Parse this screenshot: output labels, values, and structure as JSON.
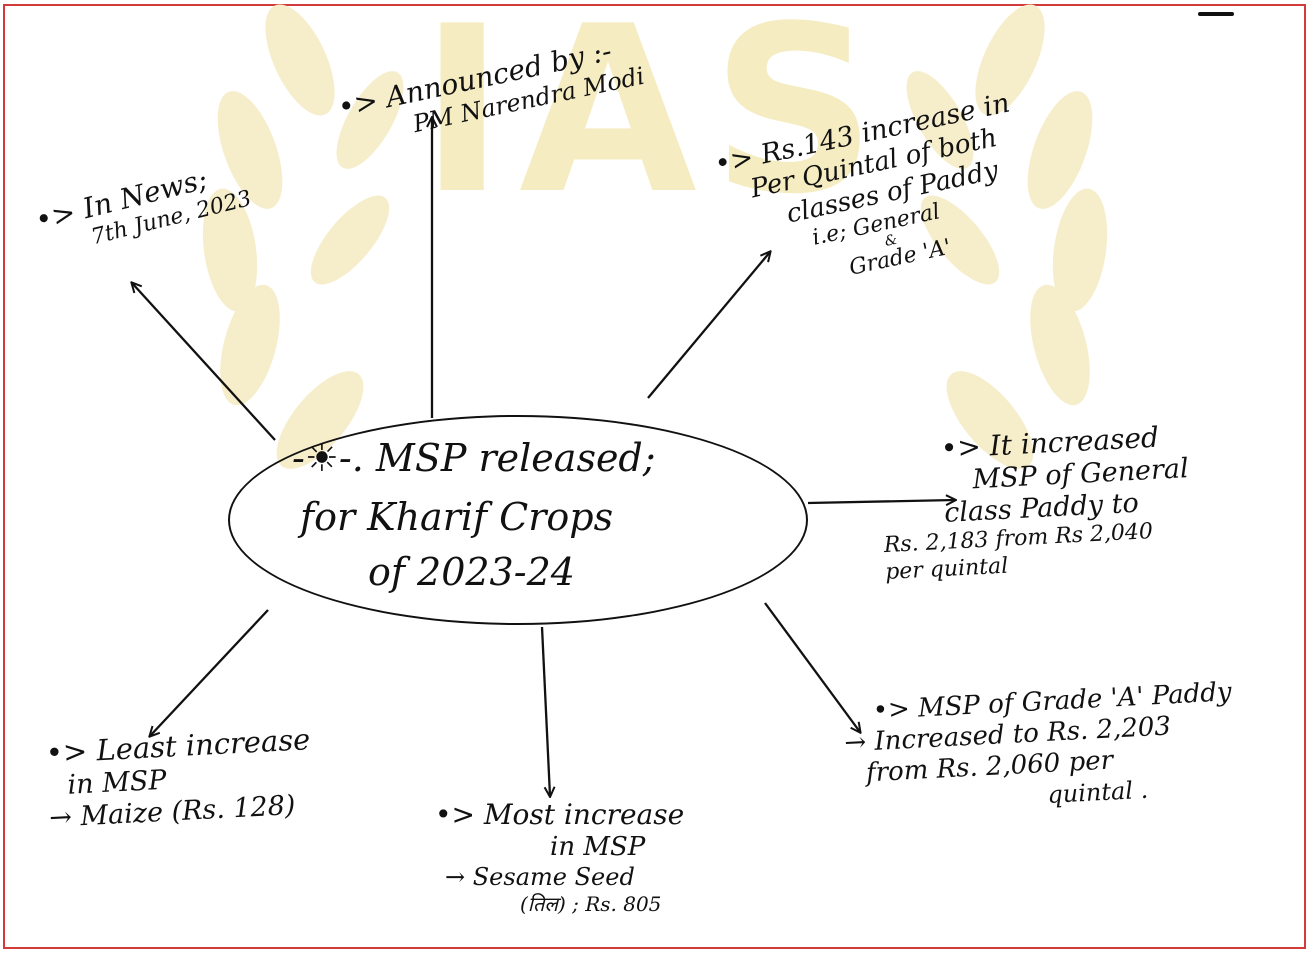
{
  "watermark": {
    "text": "IAS"
  },
  "center": {
    "line1": "-☀-. MSP released;",
    "line2": "for Kharif Crops",
    "line3": "of 2023-24"
  },
  "branches": {
    "in_news": {
      "lines": [
        "•> In News;",
        "7th June, 2023"
      ]
    },
    "announced": {
      "lines": [
        "•> Announced by :-",
        "PM Narendra Modi"
      ]
    },
    "increase": {
      "lines": [
        "•> Rs.143 increase in",
        "Per Quintal of both",
        "classes of Paddy",
        "i.e; General",
        "&",
        "Grade 'A'"
      ]
    },
    "general_msp": {
      "lines": [
        "•> It increased",
        "MSP of General",
        "class Paddy to",
        "Rs. 2,183 from Rs 2,040",
        "per quintal"
      ]
    },
    "grade_a": {
      "lines": [
        "•> MSP of Grade 'A' Paddy",
        "→ Increased to Rs. 2,203",
        "from Rs. 2,060 per",
        "quintal ."
      ]
    },
    "most_increase": {
      "lines": [
        "•> Most increase",
        "in MSP",
        "→ Sesame Seed",
        "(तिल) ; Rs. 805"
      ]
    },
    "least_increase": {
      "lines": [
        "•> Least increase",
        "in MSP",
        "→ Maize (Rs. 128)"
      ]
    }
  }
}
